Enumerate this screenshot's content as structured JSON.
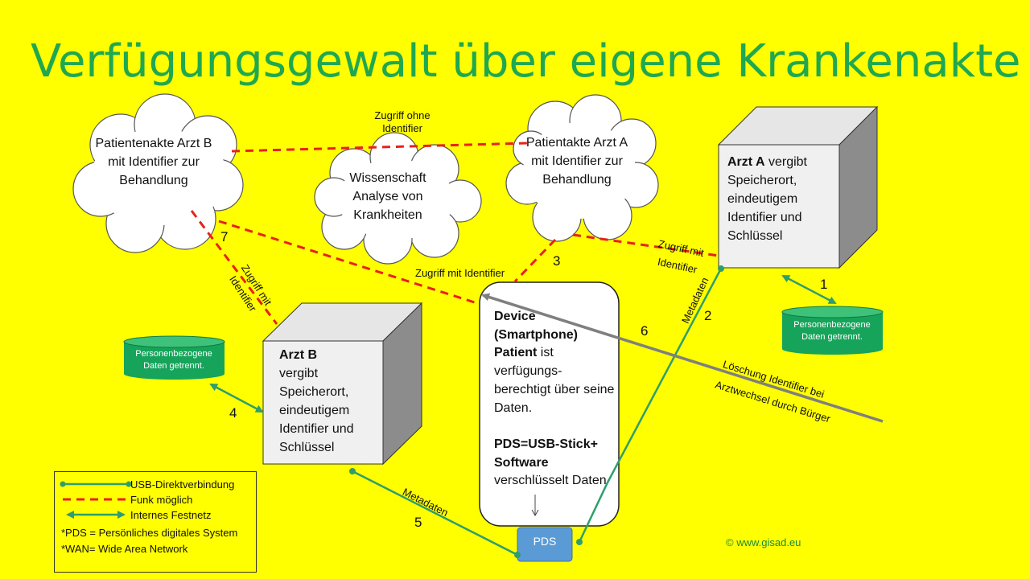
{
  "title": "Verfügungsgewalt über eigene Krankenakte",
  "clouds": {
    "patient_b": "Patientenakte Arzt B mit Identifier zur Behandlung",
    "science": "Wissenschaft Analyse von Krankheiten",
    "patient_a": "Patientakte Arzt A mit Identifier zur Behandlung"
  },
  "arzt_a": {
    "name": "Arzt A",
    "text": "vergibt Speicherort, eindeutigem Identifier und Schlüssel"
  },
  "arzt_b": {
    "name": "Arzt B",
    "text": "vergibt Speicherort, eindeutigem Identifier und Schlüssel"
  },
  "device": {
    "line1": "Device",
    "line2": "(Smartphone)",
    "patient": "Patient",
    "text1": "ist verfügungs-berechtigt über seine Daten.",
    "pds": "PDS=USB-Stick+ Software",
    "text2": "verschlüsselt Daten"
  },
  "pds_label": "PDS",
  "databases": {
    "a": "Personenbezogene Daten getrennt.",
    "b": "Personenbezogene Daten getrennt."
  },
  "labels": {
    "zugriff_ohne": "Zugriff ohne Identifier",
    "zugriff_mit_center": "Zugriff mit Identifier",
    "zugriff_mit_right": "Zugriff mit Identifier",
    "zugriff_mit_left": "Zugriff mit Identifier",
    "metadaten_2": "Metadaten",
    "metadaten_5": "Metadaten",
    "loeschung_1": "Löschung Identifier bei",
    "loeschung_2": "Arztwechsel durch Bürger"
  },
  "numbers": [
    "1",
    "2",
    "3",
    "4",
    "5",
    "6",
    "7"
  ],
  "legend": {
    "usb": "USB-Direktverbindung",
    "funk": "Funk möglich",
    "festnetz": "Internes Festnetz",
    "pds_note": "*PDS = Persönliches digitales System",
    "wan_note": "*WAN= Wide Area Network"
  },
  "credit": "© www.gisad.eu",
  "colors": {
    "title": "#1fa84f",
    "green_line": "#2e9e6b",
    "red_dash": "#e8211c",
    "db": "#16a35a",
    "gray": "#808080",
    "background": "#ffff00"
  }
}
